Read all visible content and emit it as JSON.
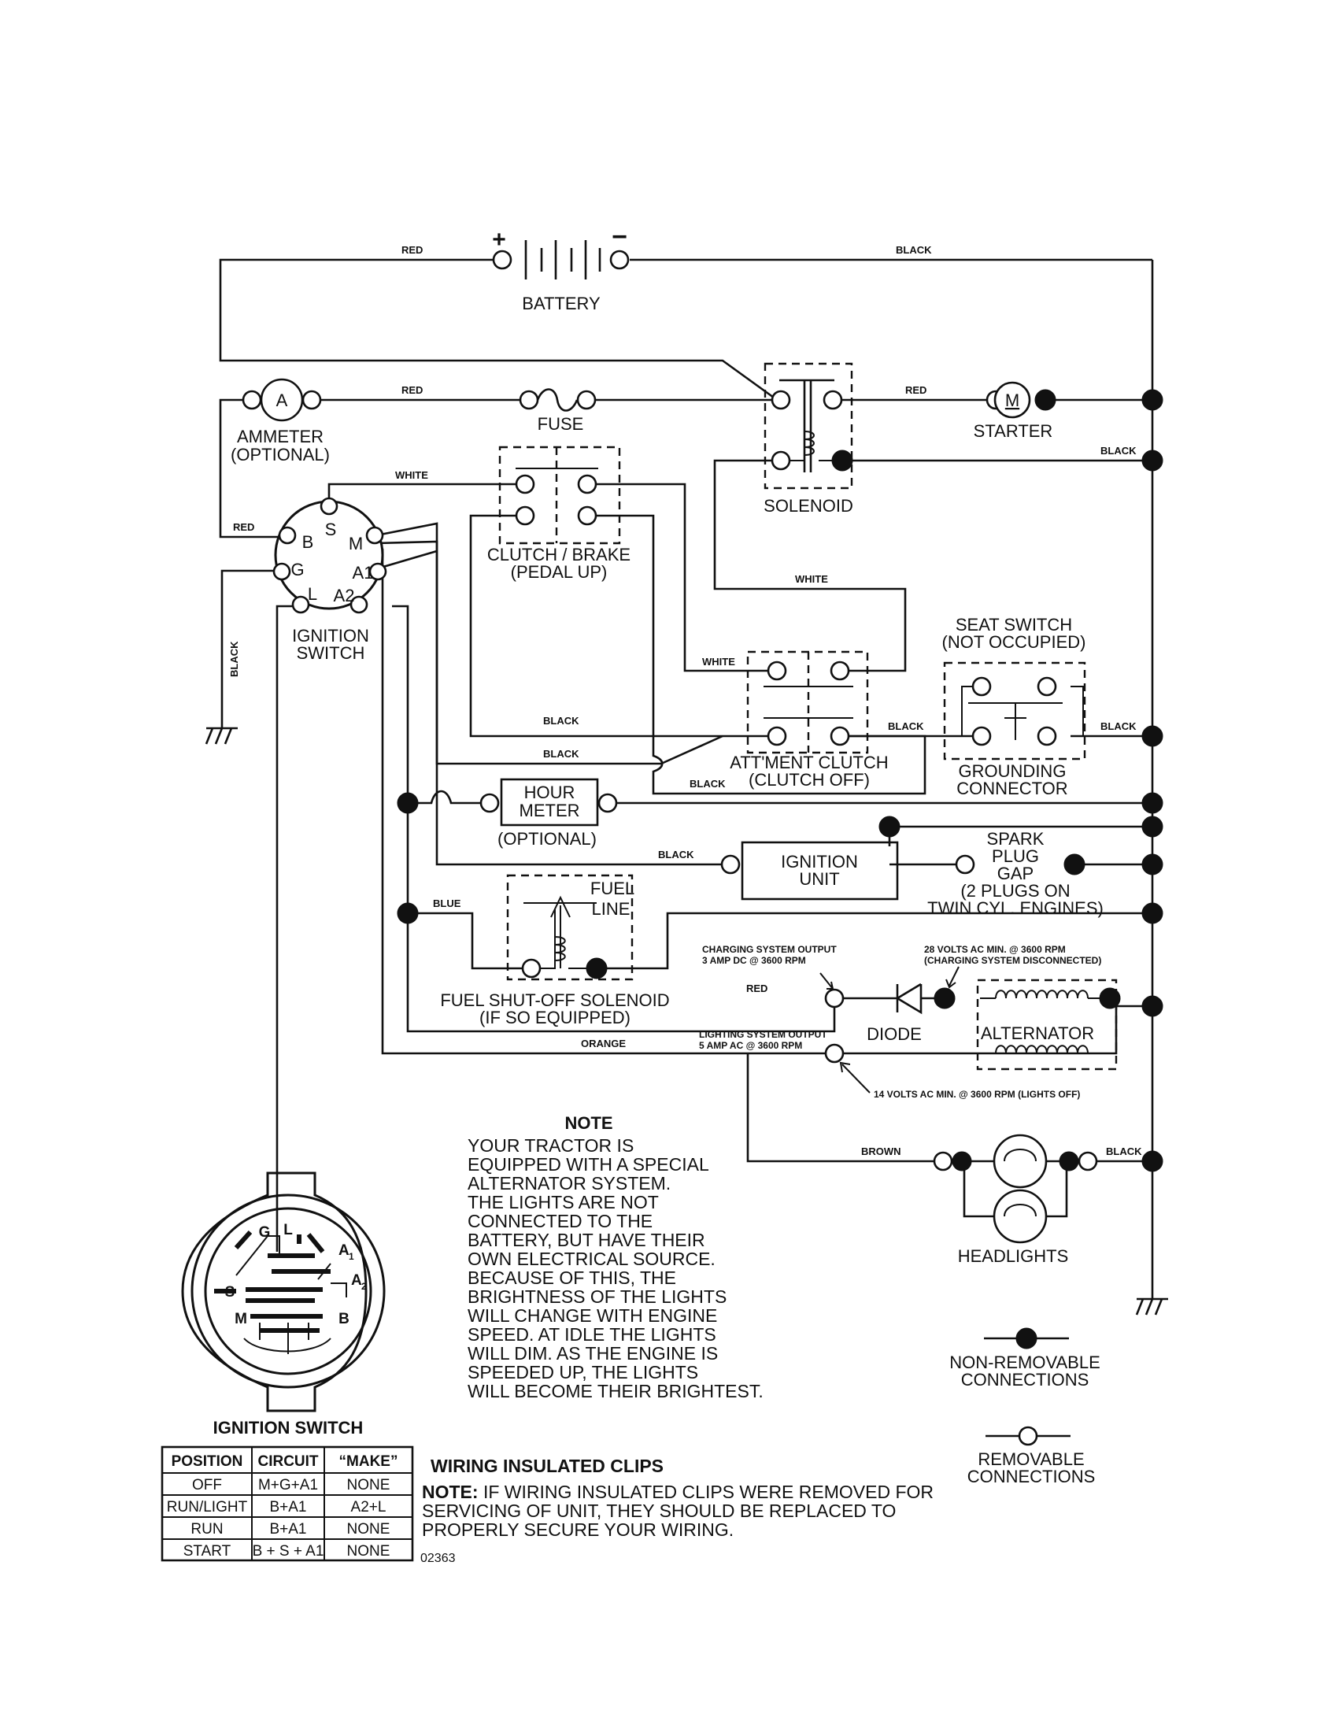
{
  "components": {
    "battery": "BATTERY",
    "fuse": "FUSE",
    "ammeter": "AMMETER",
    "ammeter_optional": "(OPTIONAL)",
    "ammeter_symbol": "A",
    "starter": "STARTER",
    "starter_symbol": "M",
    "solenoid": "SOLENOID",
    "clutch_brake": "CLUTCH / BRAKE",
    "clutch_brake_sub": "(PEDAL UP)",
    "ignition_switch": "IGNITION",
    "ignition_switch_2": "SWITCH",
    "seat_switch": "SEAT SWITCH",
    "seat_switch_sub": "(NOT OCCUPIED)",
    "attachment_clutch": "ATT'MENT CLUTCH",
    "attachment_clutch_sub": "(CLUTCH OFF)",
    "grounding_connector": "GROUNDING",
    "grounding_connector_2": "CONNECTOR",
    "hour_meter": "HOUR",
    "hour_meter_2": "METER",
    "hour_meter_optional": "(OPTIONAL)",
    "ignition_unit": "IGNITION",
    "ignition_unit_2": "UNIT",
    "spark_plug_1": "SPARK",
    "spark_plug_2": "PLUG",
    "spark_plug_3": "GAP",
    "spark_plug_4": "(2 PLUGS ON",
    "spark_plug_5": "TWIN CYL. ENGINES)",
    "fuel_line": "FUEL",
    "fuel_line_2": "LINE",
    "fuel_solenoid": "FUEL SHUT-OFF SOLENOID",
    "fuel_solenoid_sub": "(IF SO EQUIPPED)",
    "diode": "DIODE",
    "alternator": "ALTERNATOR",
    "headlights": "HEADLIGHTS"
  },
  "terminals": {
    "b": "B",
    "s": "S",
    "m": "M",
    "g": "G",
    "a1": "A1",
    "l": "L",
    "a2": "A2",
    "plus": "+",
    "minus": "−"
  },
  "wires": {
    "red": "RED",
    "black": "BLACK",
    "white": "WHITE",
    "blue": "BLUE",
    "orange": "ORANGE",
    "brown": "BROWN"
  },
  "specs": {
    "charging_1": "CHARGING SYSTEM OUTPUT",
    "charging_2": "3 AMP DC @ 3600 RPM",
    "volts28_1": "28 VOLTS AC MIN. @ 3600 RPM",
    "volts28_2": "(CHARGING SYSTEM DISCONNECTED)",
    "lighting_1": "LIGHTING SYSTEM OUTPUT",
    "lighting_2": "5 AMP AC @ 3600 RPM",
    "volts14": "14 VOLTS AC MIN. @ 3600 RPM (LIGHTS OFF)"
  },
  "note": {
    "title": "NOTE",
    "lines": [
      "YOUR TRACTOR IS",
      "EQUIPPED WITH A SPECIAL",
      "ALTERNATOR SYSTEM.",
      "THE LIGHTS ARE NOT",
      "CONNECTED TO THE",
      "BATTERY, BUT HAVE THEIR",
      "OWN ELECTRICAL SOURCE.",
      "BECAUSE OF THIS, THE",
      "BRIGHTNESS OF THE LIGHTS",
      "WILL CHANGE WITH ENGINE",
      "SPEED.  AT IDLE THE LIGHTS",
      "WILL DIM.  AS THE ENGINE IS",
      "SPEEDED UP, THE LIGHTS",
      "WILL BECOME THEIR BRIGHTEST."
    ]
  },
  "legend": {
    "non_removable_1": "NON-REMOVABLE",
    "non_removable_2": "CONNECTIONS",
    "removable_1": "REMOVABLE",
    "removable_2": "CONNECTIONS"
  },
  "switch_face": {
    "title": "IGNITION SWITCH",
    "g": "G",
    "l": "L",
    "a1": "A",
    "a1_sub": "1",
    "a2": "A",
    "a2_sub": "2",
    "s": "S",
    "m": "M",
    "b": "B"
  },
  "table": {
    "headers": [
      "POSITION",
      "CIRCUIT",
      "“MAKE”"
    ],
    "rows": [
      [
        "OFF",
        "M+G+A1",
        "NONE"
      ],
      [
        "RUN/LIGHT",
        "B+A1",
        "A2+L"
      ],
      [
        "RUN",
        "B+A1",
        "NONE"
      ],
      [
        "START",
        "B + S + A1",
        "NONE"
      ]
    ]
  },
  "clips": {
    "title": "WIRING INSULATED CLIPS",
    "note_bold": "NOTE:",
    "line1": " IF WIRING INSULATED CLIPS WERE REMOVED FOR",
    "line2": "SERVICING OF UNIT, THEY SHOULD BE REPLACED TO",
    "line3": "PROPERLY SECURE YOUR WIRING."
  },
  "doc_number": "02363"
}
